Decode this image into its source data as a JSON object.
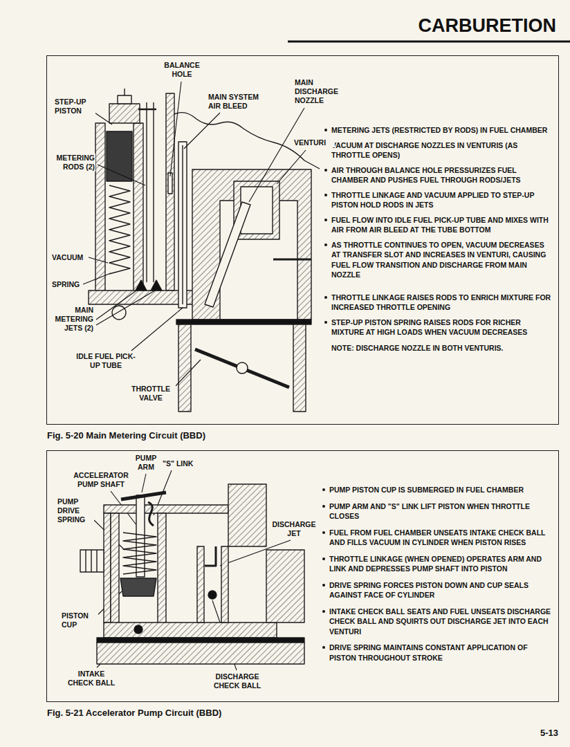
{
  "diagram": {
    "title": "CARBURETION",
    "nodes": [
      {
        "text": [
          "Fig. 5-20 Main Metering Circuit (BBD)",
          "METERING JETS (RESTRICTED BY RODS) IN FUEL CHAMBER",
          "VACUUM AT DISCHARGE NOZZLES IN VENTURIS (AS THROTTLE OPENS)",
          "AIR THROUGH BALANCE HOLE PRESSURIZES FUEL CHAMBER AND PUSHES FUEL THROUGH RODS/JETS",
          "THROTTLE LINKAGE AND VACUUM APPLIED TO STEP-UP PISTON HOLD RODS IN JETS",
          "FUEL FLOW INTO IDLE FUEL PICK-UP TUBE AND MIXES WITH AIR FROM AIR BLEED AT THE TUBE BOTTOM",
          "AS THROTTLE CONTINUES TO OPEN, VACUUM DECREASES AT TRANSFER SLOT AND INCREASES IN VENTURI, CAUSING FUEL FLOW TRANSITION AND DISCHARGE FROM MAIN NOZZLE",
          "THROTTLE LINKAGE RAISES RODS TO ENRICH MIXTURE FOR INCREASED THROTTLE OPENING",
          "STEP-UP PISTON SPRING RAISES RODS FOR RICHER MIXTURE AT HIGH LOADS WHEN VACUUM DECREASES",
          "NOTE: DISCHARGE NOZZLE IN BOTH VENTURIS."
        ]
      },
      {
        "text": [
          "Fig. 5-21 Accelerator Pump Circuit (BBD)",
          "PUMP PISTON CUP IS SUBMERGED IN FUEL CHAMBER",
          "PUMP ARM AND \"S\" LINK LIFT PISTON WHEN THROTTLE CLOSES",
          "FUEL FROM FUEL CHAMBER UNSEATS INTAKE CHECK BALL AND FILLS VACUUM IN CYLINDER WHEN PISTON RISES",
          "THROTTLE LINKAGE (WHEN OPENED) OPERATES ARM AND LINK AND DEPRESSES PUMP SHAFT INTO PISTON",
          "DRIVE SPRING FORCES PISTON DOWN AND CUP SEALS AGAINST FACE OF CYLINDER",
          "INTAKE CHECK BALL SEATS AND FUEL UNSEATS DISCHARGE CHECK BALL AND SQUIRTS OUT DISCHARGE JET INTO EACH VENTURI",
          "DRIVE SPRING MAINTAINS CONSTANT APPLICATION OF PISTON THROUGHOUT STROKE"
        ]
      }
    ],
    "labels": [
      "BALANCE HOLE",
      "STEP-UP PISTON",
      "MAIN SYSTEM AIR BLEED",
      "MAIN DISCHARGE NOZZLE",
      "VENTURI",
      "METERING RODS (2)",
      "VACUUM",
      "SPRING",
      "MAIN METERING JETS (2)",
      "IDLE FUEL PICK-UP TUBE",
      "THROTTLE VALVE",
      "PUMP ARM",
      "ACCELERATOR PUMP SHAFT",
      "\"S\" LINK",
      "PUMP DRIVE SPRING",
      "DISCHARGE JET",
      "PISTON CUP",
      "INTAKE CHECK BALL",
      "DISCHARGE CHECK BALL",
      "5-13"
    ]
  }
}
